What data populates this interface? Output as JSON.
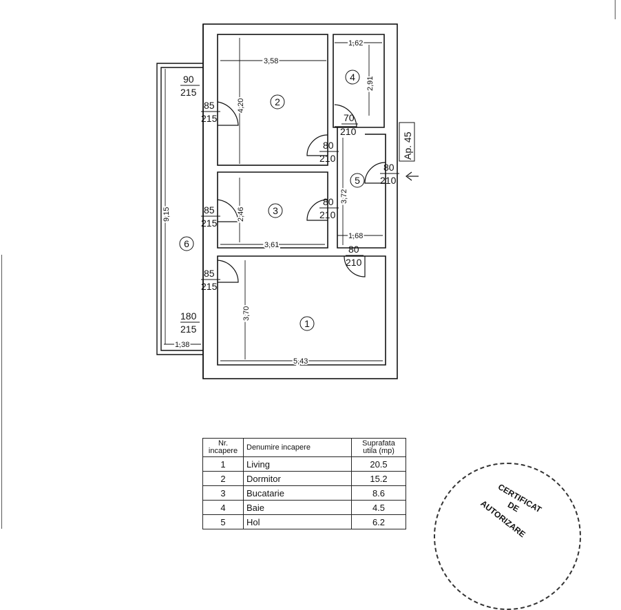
{
  "plan": {
    "apartment_label": "Ap. 45",
    "rooms": [
      {
        "nr": "1"
      },
      {
        "nr": "2"
      },
      {
        "nr": "3"
      },
      {
        "nr": "4"
      },
      {
        "nr": "5"
      },
      {
        "nr": "6"
      }
    ],
    "dimensions": {
      "room2_width": "3,58",
      "room2_height": "4,20",
      "room4_width": "1,62",
      "room4_height": "2,91",
      "room3_width": "3,61",
      "room3_height": "2,46",
      "room5_width": "1,68",
      "room5_height": "3,72",
      "room1_width": "5,43",
      "room1_height": "3,70",
      "balcony_width": "1,38",
      "balcony_length": "9,15"
    },
    "openings": {
      "w_90": {
        "top": "90",
        "bottom": "215"
      },
      "d_85_a": {
        "top": "85",
        "bottom": "215"
      },
      "d_70": {
        "top": "70",
        "bottom": "210"
      },
      "d_80_a": {
        "top": "80",
        "bottom": "210"
      },
      "d_80_entry": {
        "top": "80",
        "bottom": "210"
      },
      "d_85_b": {
        "top": "85",
        "bottom": "215"
      },
      "d_80_b": {
        "top": "80",
        "bottom": "210"
      },
      "d_80_c": {
        "top": "80",
        "bottom": "210"
      },
      "d_85_c": {
        "top": "85",
        "bottom": "215"
      },
      "w_180": {
        "top": "180",
        "bottom": "215"
      }
    }
  },
  "table": {
    "headers": {
      "nr": "Nr. incapere",
      "den": "Denumire incapere",
      "sup": "Suprafata utila (mp)"
    },
    "rows": [
      {
        "nr": "1",
        "den": "Living",
        "sup": "20.5"
      },
      {
        "nr": "2",
        "den": "Dormitor",
        "sup": "15.2"
      },
      {
        "nr": "3",
        "den": "Bucatarie",
        "sup": "8.6"
      },
      {
        "nr": "4",
        "den": "Baie",
        "sup": "4.5"
      },
      {
        "nr": "5",
        "den": "Hol",
        "sup": "6.2"
      }
    ]
  },
  "stamp": {
    "line1": "CERTIFICAT",
    "line2": "DE",
    "line3": "AUTORIZARE"
  }
}
